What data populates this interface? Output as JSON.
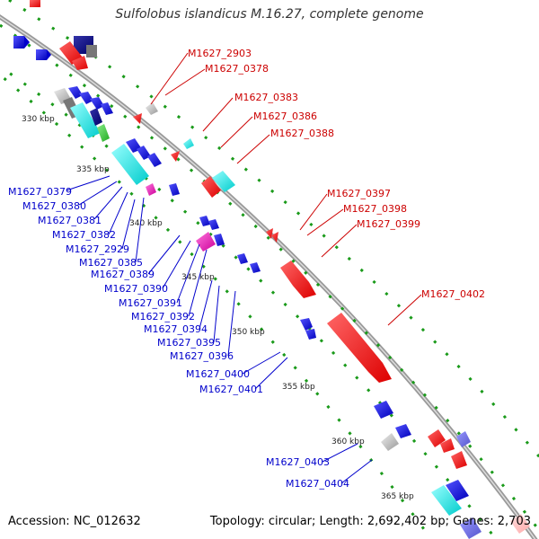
{
  "title": "Sulfolobus islandicus M.16.27, complete genome",
  "footer": {
    "accession": "Accession: NC_012632",
    "summary": "Topology: circular; Length: 2,692,402 bp; Genes: 2,703"
  },
  "colors": {
    "backbone": "#999999",
    "forward_label": "#cc0000",
    "reverse_label": "#0000cc",
    "ticks": "#22aa22"
  },
  "scale_ticks": [
    "330 kbp",
    "335 kbp",
    "340 kbp",
    "345 kbp",
    "350 kbp",
    "355 kbp",
    "360 kbp",
    "365 kbp"
  ],
  "forward_labels": [
    "M1627_2903",
    "M1627_0378",
    "M1627_0383",
    "M1627_0386",
    "M1627_0388",
    "M1627_0397",
    "M1627_0398",
    "M1627_0399",
    "M1627_0402"
  ],
  "reverse_labels": [
    "M1627_0379",
    "M1627_0380",
    "M1627_0381",
    "M1627_0382",
    "M1627_2929",
    "M1627_0385",
    "M1627_0389",
    "M1627_0390",
    "M1627_0391",
    "M1627_0392",
    "M1627_0394",
    "M1627_0395",
    "M1627_0396",
    "M1627_0400",
    "M1627_0401",
    "M1627_0403",
    "M1627_0404"
  ]
}
